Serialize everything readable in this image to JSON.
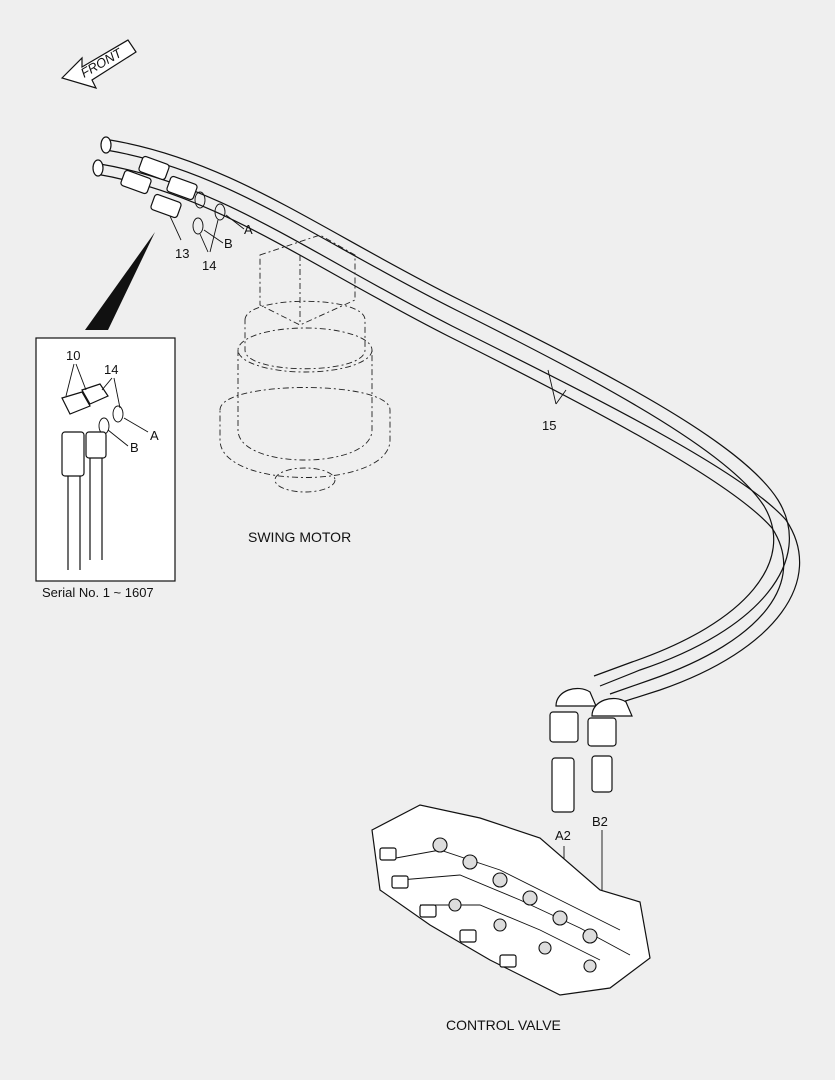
{
  "labels": {
    "front": "FRONT",
    "swing_motor": "SWING MOTOR",
    "control_valve": "CONTROL VALVE",
    "serial_note": "Serial No. 1 ~ 1607",
    "part_13": "13",
    "part_14": "14",
    "part_15": "15",
    "part_10": "10",
    "port_a": "A",
    "port_b": "B",
    "port_a2": "A2",
    "port_b2": "B2"
  }
}
